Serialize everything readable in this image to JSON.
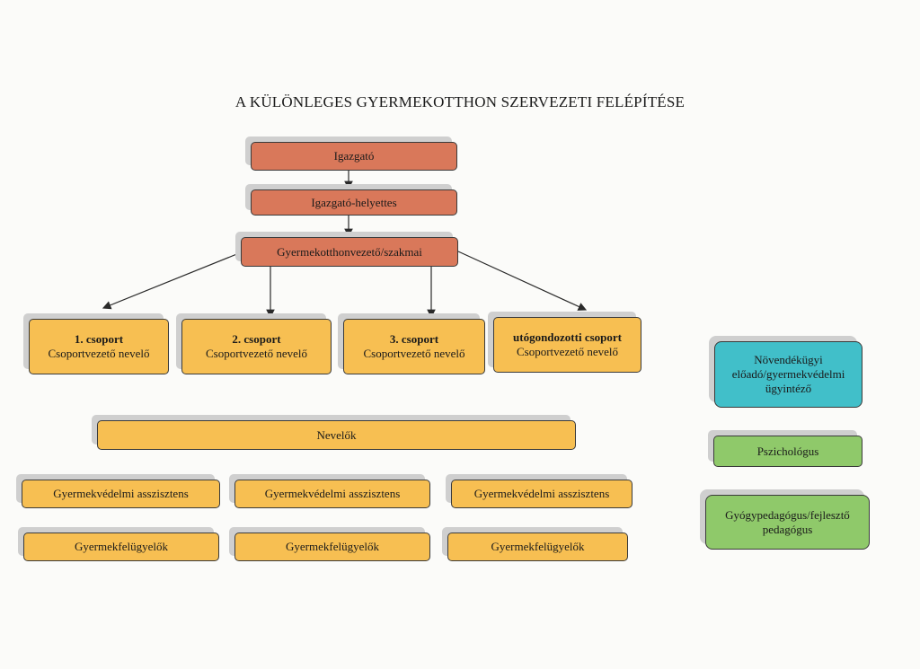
{
  "title": "A KÜLÖNLEGES GYERMEKOTTHON SZERVEZETI FELÉPÍTÉSE",
  "top": {
    "director": "Igazgató",
    "deputy": "Igazgató-helyettes",
    "head": "Gyermekotthonvezető/szakmai"
  },
  "groups": [
    {
      "name": "1. csoport",
      "role": "Csoportvezető nevelő"
    },
    {
      "name": "2. csoport",
      "role": "Csoportvezető nevelő"
    },
    {
      "name": "3. csoport",
      "role": "Csoportvezető nevelő"
    },
    {
      "name": "utógondozotti csoport",
      "role": "Csoportvezető nevelő"
    }
  ],
  "educators": "Nevelők",
  "assistants": [
    "Gyermekvédelmi asszisztens",
    "Gyermekvédelmi asszisztens",
    "Gyermekvédelmi asszisztens"
  ],
  "supervisors": [
    "Gyermekfelügyelők",
    "Gyermekfelügyelők",
    "Gyermekfelügyelők"
  ],
  "side": {
    "welfare": [
      "Növendékügyi",
      "előadó/gyermekvédelmi",
      "ügyintéző"
    ],
    "psychologist": "Pszichológus",
    "special_ed": [
      "Gyógypedagógus/fejlesztő",
      "pedagógus"
    ]
  },
  "colors": {
    "management": "#d9785a",
    "staff": "#f7bf52",
    "welfare": "#41bfc9",
    "specialists": "#8fc96a"
  }
}
